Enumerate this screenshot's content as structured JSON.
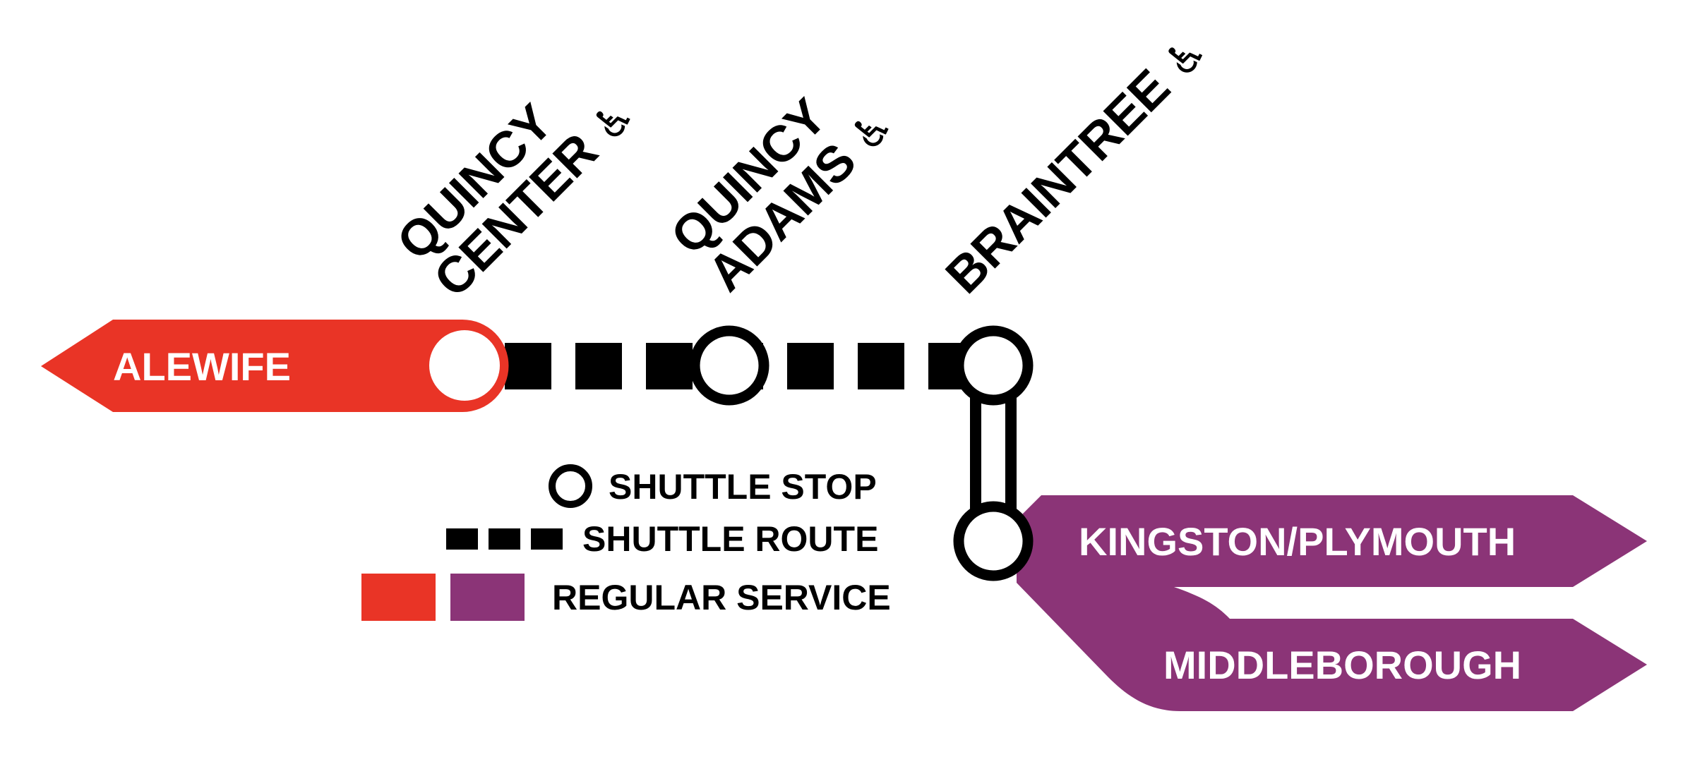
{
  "colors": {
    "red_line": "#E93426",
    "purple_line": "#8B3477",
    "route_black": "#000000",
    "station_white": "#FFFFFF"
  },
  "icons": {
    "wheelchair": "♿"
  },
  "line": {
    "west_terminus_arrow_label": "ALEWIFE",
    "stations": [
      {
        "id": "quincy-center",
        "line1": "QUINCY",
        "line2": "CENTER",
        "accessible": true
      },
      {
        "id": "quincy-adams",
        "line1": "QUINCY",
        "line2": "ADAMS",
        "accessible": true
      },
      {
        "id": "braintree",
        "line1": "BRAINTREE",
        "accessible": true
      }
    ],
    "branch_arrows": [
      {
        "id": "kingston-plymouth",
        "label": "KINGSTON/PLYMOUTH"
      },
      {
        "id": "middleborough",
        "label": "MIDDLEBOROUGH"
      }
    ]
  },
  "legend": {
    "shuttle_stop_label": "SHUTTLE STOP",
    "shuttle_route_label": "SHUTTLE ROUTE",
    "regular_service_label": "REGULAR SERVICE"
  }
}
